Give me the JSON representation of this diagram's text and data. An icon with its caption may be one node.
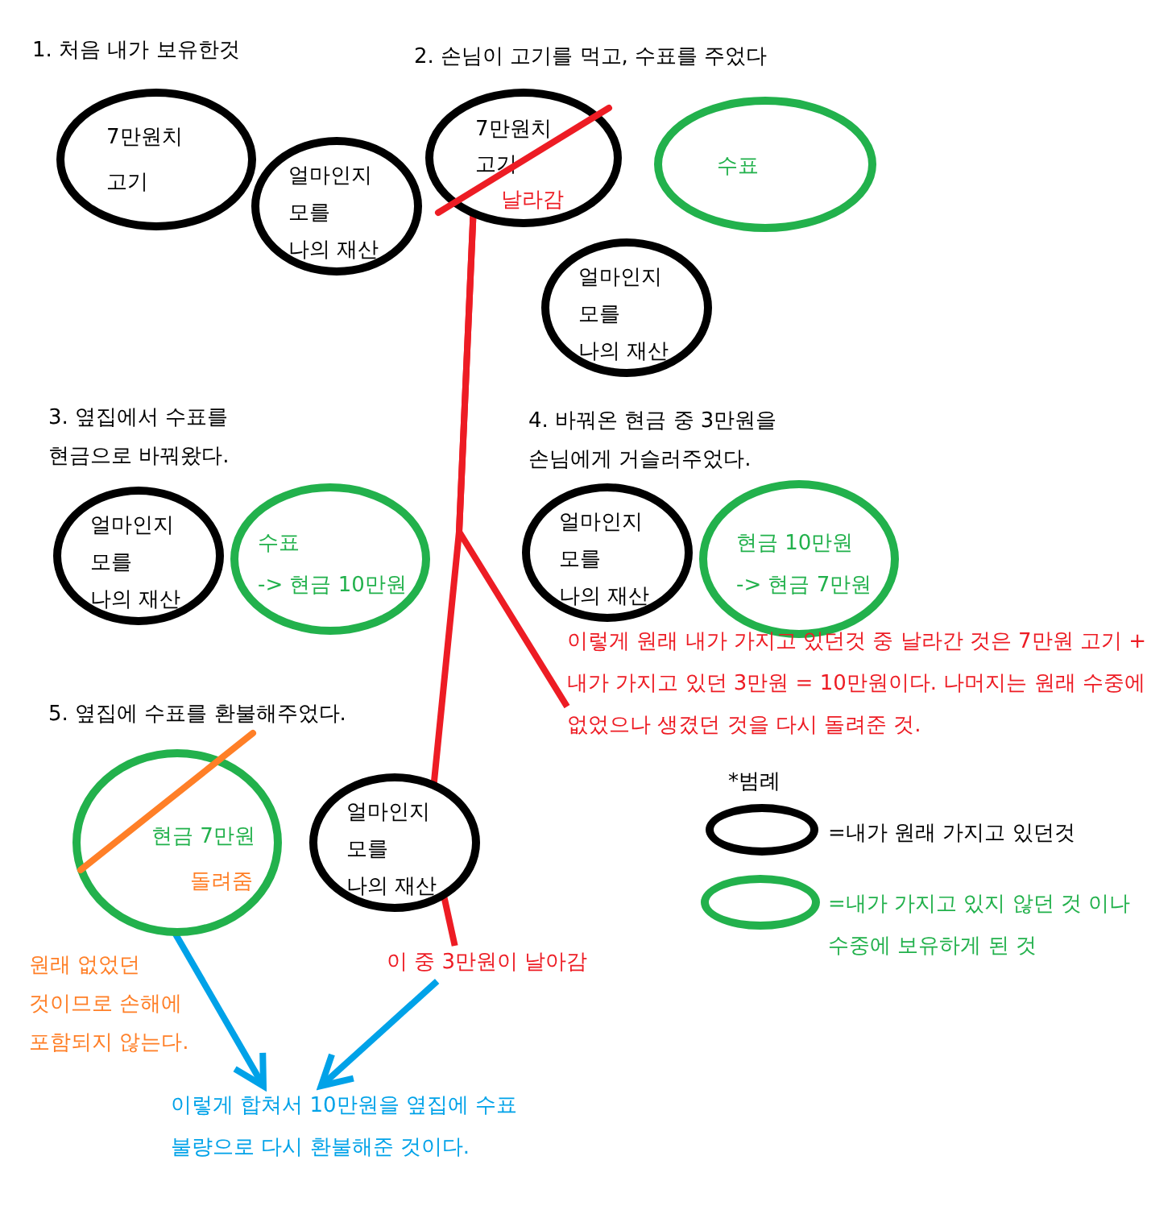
{
  "diagram": {
    "nodes": [
      {
        "text": [
          "7만원치",
          "고기"
        ]
      },
      {
        "text": [
          "얼마인지",
          "모를",
          "나의 재산"
        ]
      },
      {
        "text": [
          "7만원치",
          "고기",
          "날라감"
        ]
      },
      {
        "text": [
          "수표"
        ]
      },
      {
        "text": [
          "얼마인지",
          "모를",
          "나의 재산"
        ]
      },
      {
        "text": [
          "얼마인지",
          "모를",
          "나의 재산"
        ]
      },
      {
        "text": [
          "수표",
          "-> 현금 10만원"
        ]
      },
      {
        "text": [
          "얼마인지",
          "모를",
          "나의 재산"
        ]
      },
      {
        "text": [
          "현금 10만원",
          "-> 현금 7만원"
        ]
      },
      {
        "text": [
          "현금 7만원",
          "돌려줌"
        ]
      },
      {
        "text": [
          "얼마인지",
          "모를",
          "나의 재산"
        ]
      },
      {
        "text": [
          "이렇게 원래 내가 가지고 있던것 중 날라간 것은 7만원 고기 + 내가 가지고 있던 3만원 = 10만원이다. 나머지는 원래 수중에 없었으나 생겼던 것을 다시 돌려준 것."
        ]
      },
      {
        "text": [
          "이 중 3만원이 날아감"
        ]
      },
      {
        "text": [
          "이렇게 합쳐서 10만원을 옆집에 수표 불량으로 다시 환불해준 것이다."
        ]
      }
    ],
    "edges": [
      {
        "from": 2,
        "to": 10,
        "arrow": "none",
        "color": "#ed1c24"
      },
      {
        "from": 11,
        "to": 2,
        "arrow": "none",
        "color": "#ed1c24"
      },
      {
        "from": 12,
        "to": 10,
        "arrow": "none",
        "color": "#ed1c24"
      },
      {
        "from": 9,
        "to": 13,
        "arrow": "to",
        "color": "#00a2e8"
      },
      {
        "from": 12,
        "to": 13,
        "arrow": "to",
        "color": "#00a2e8"
      }
    ],
    "labels": [
      "1. 처음 내가 보유한것",
      "2. 손님이 고기를 먹고, 수표를 주었다",
      "3. 옆집에서 수표를 현금으로 바꿔왔다.",
      "4. 바꿔온 현금 중 3만원을 손님에게 거슬러주었다.",
      "5. 옆집에 수표를 환불해주었다.",
      "원래 없었던 것이므로 손해에 포함되지 않는다.",
      "*범례"
    ],
    "legend": [
      {
        "text": "=내가 원래 가지고 있던것"
      },
      {
        "text": "=내가 가지고 있지 않던 것 이나 수중에 보유하게 된 것"
      }
    ]
  }
}
